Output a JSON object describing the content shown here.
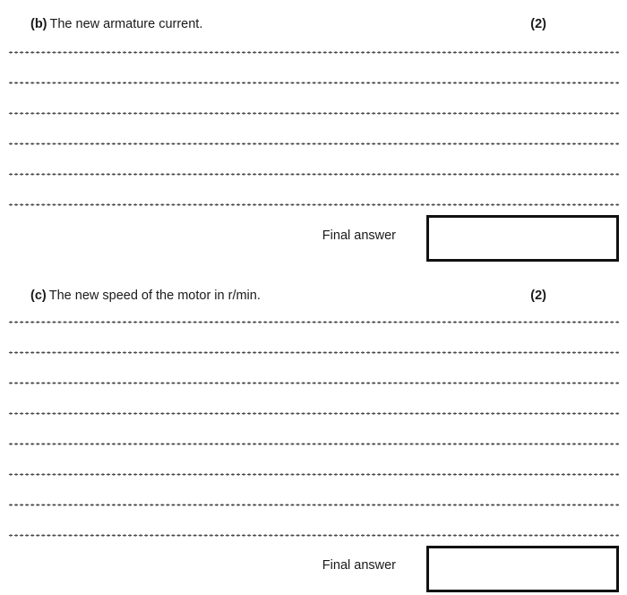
{
  "document": {
    "type": "exam-answer-sheet",
    "background_color": "#ffffff",
    "text_color": "#1a1a1a",
    "rule_color": "#4a4a4a",
    "box_border_color": "#111111"
  },
  "parts": [
    {
      "id": "b",
      "label": "(b)",
      "prompt": "The new armature current.",
      "marks": "(2)",
      "rule_count": 6,
      "final_answer": {
        "label": "Final answer",
        "value": ""
      }
    },
    {
      "id": "c",
      "label": "(c)",
      "prompt": "The new speed of the motor in r/min.",
      "marks": "(2)",
      "rule_count": 8,
      "final_answer": {
        "label": "Final answer",
        "value": ""
      }
    }
  ]
}
